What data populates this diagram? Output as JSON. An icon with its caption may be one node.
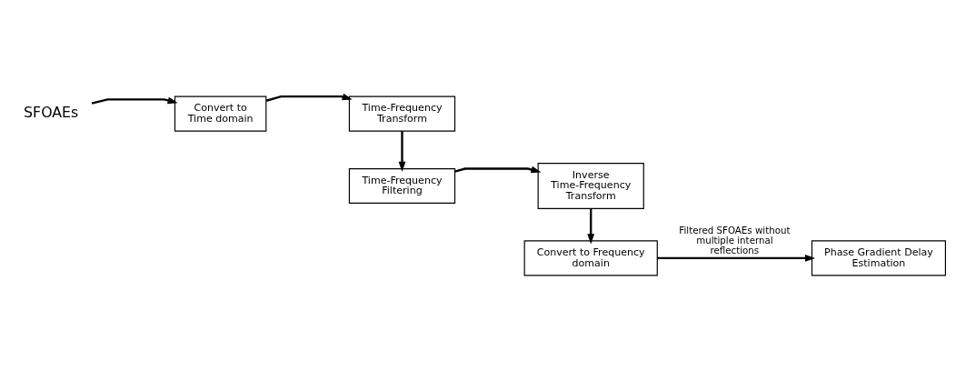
{
  "diagram": {
    "nodes": [
      {
        "text": [
          "SFOAEs"
        ]
      },
      {
        "text": [
          "Convert to Time domain"
        ]
      },
      {
        "text": [
          "Time-Frequency Transform"
        ]
      },
      {
        "text": [
          "Time-Frequency Filtering"
        ]
      },
      {
        "text": [
          "Inverse Time-Frequency Transform"
        ]
      },
      {
        "text": [
          "Convert to Frequency domain"
        ]
      },
      {
        "text": [
          "Phase Gradient Delay Estimation"
        ]
      }
    ],
    "edges": [
      {
        "from": 0,
        "to": 1,
        "arrow": "to"
      },
      {
        "from": 1,
        "to": 2,
        "arrow": "to"
      },
      {
        "from": 2,
        "to": 3,
        "arrow": "to"
      },
      {
        "from": 3,
        "to": 4,
        "arrow": "to"
      },
      {
        "from": 4,
        "to": 5,
        "arrow": "to"
      },
      {
        "from": 5,
        "to": 6,
        "arrow": "to",
        "label": "Filtered SFOAEs without multiple internal reflections"
      }
    ]
  }
}
